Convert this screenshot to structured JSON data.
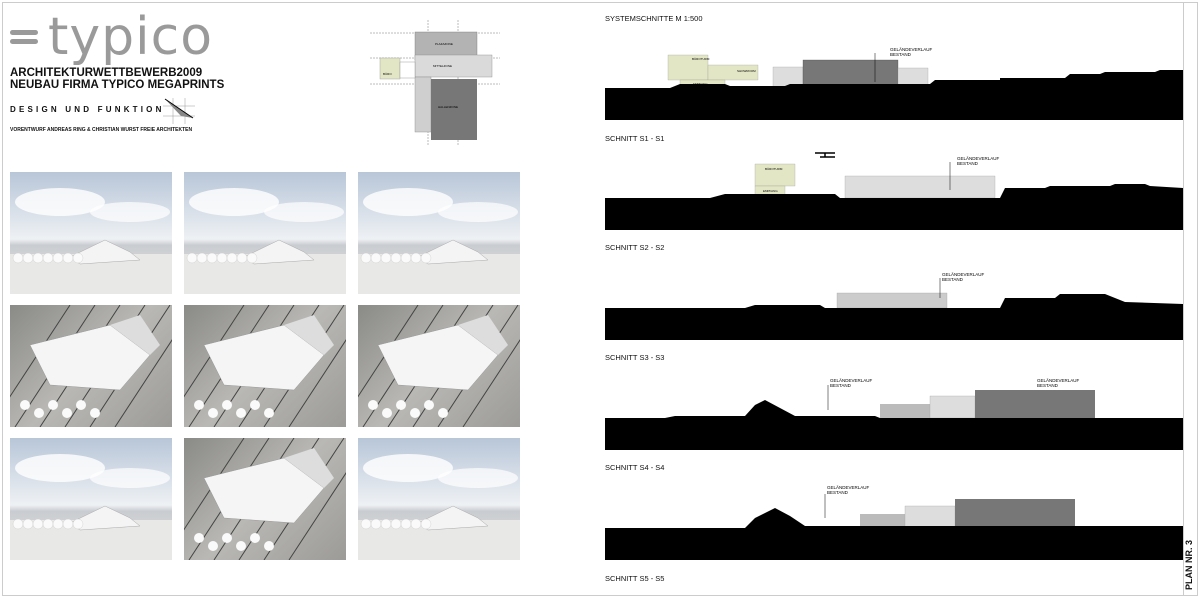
{
  "header": {
    "logo": "typico",
    "competition": "ARCHITEKTURWETTBEWERB",
    "year": "2009",
    "project": "NEUBAU FIRMA TYPICO MEGAPRINTS",
    "motto": "DESIGN UND FUNKTION",
    "authors": "VORENTWURF ANDREAS RING & CHRISTIAN WURST  FREIE ARCHITEKTEN"
  },
  "site_plan": {
    "zones": [
      "PLAZAZONE",
      "MITTELZONE",
      "HALLENZONE",
      "BÜRO"
    ]
  },
  "sections": [
    {
      "title": "SYSTEMSCHNITTE M 1:500",
      "annotation": "GELÄNDEVERLAUF",
      "annotation2": "BESTAND",
      "labels": [
        "BÜROTURM",
        "SHOWROOM",
        "EMPFANG"
      ]
    },
    {
      "title": "SCHNITT S1 - S1",
      "annotation": "GELÄNDEVERLAUF",
      "annotation2": "BESTAND",
      "labels": [
        "BÜROTURM",
        "EMPFANG"
      ]
    },
    {
      "title": "SCHNITT S2 - S2",
      "annotation": "GELÄNDEVERLAUF",
      "annotation2": "BESTAND"
    },
    {
      "title": "SCHNITT S3 - S3",
      "annotation": "GELÄNDEVERLAUF",
      "annotation2": "BESTAND"
    },
    {
      "title": "SCHNITT S4 - S4",
      "annotation": "GELÄNDEVERLAUF",
      "annotation2": "BESTAND"
    },
    {
      "title": "SCHNITT S5 - S5"
    }
  ],
  "plan_number": "PLAN NR. 3",
  "colors": {
    "ground": "#000000",
    "hall": "#808080",
    "mid": "#d4d4d4",
    "office": "#e3e6c4"
  }
}
